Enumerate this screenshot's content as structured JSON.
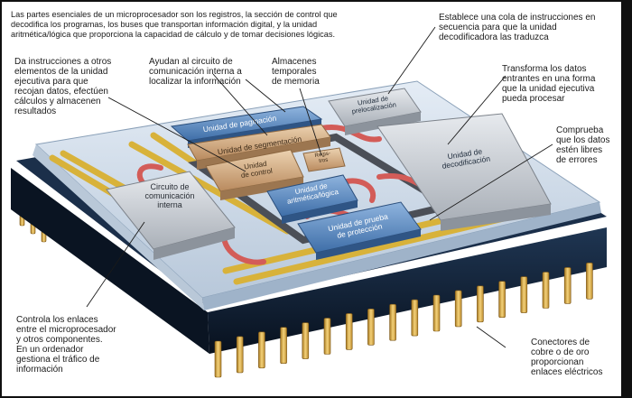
{
  "intro": "Las partes esenciales de un microprocesador son los registros, la sección de control que\ndecodifica los programas, los buses que transportan información digital, y la unidad\naritmética/lógica que proporciona la capacidad de cálculo y de tomar decisiones lógicas.",
  "callouts": {
    "control_unit_desc": "Da instrucciones a otros\nelementos de la unidad\nejecutiva para que\nrecojan datos, efectúen\ncálculos y almacenen\nresultados",
    "paging_desc": "Ayudan al circuito de\ncomunicación interna a\nlocalizar la información",
    "registers_desc": "Almacenes\ntemporales\nde memoria",
    "prefetch_desc": "Establece una cola de instrucciones en\nsecuencia para que la unidad\ndecodificadora las traduzca",
    "decode_desc": "Transforma los datos\nentrantes en una forma\nque la unidad ejecutiva\npueda procesar",
    "protection_desc": "Comprueba\nque los datos\nestén libres\nde errores",
    "bus_desc": "Controla los enlaces\nentre el microprocesador\ny otros componentes.\nEn un ordenador\ngestiona el tráfico de\ninformación",
    "pins_desc": "Conectores de\ncobre o de oro\nproporcionan\nenlaces eléctricos"
  },
  "units": {
    "paging": "Unidad de paginación",
    "segmentation": "Unidad de segmentación",
    "control": "Unidad\nde control",
    "registers": "Regis-\ntros",
    "prefetch": "Unidad de\nprelocalización",
    "decode": "Unidad de\ndecodificación",
    "alu": "Unidad de\naritmética/lógica",
    "protection": "Unidad de prueba\nde protección",
    "bus": "Circuito de\ncomunicación\ninterna"
  },
  "colors": {
    "background": "#ffffff",
    "frame": "#101010",
    "chip_glass": "#c9d7e6",
    "chip_body": "#0d1a2c",
    "gold": "#d8b23a",
    "wire_red": "#d35c58",
    "blue_unit": "#4d7fb8",
    "tan_unit": "#d4b08a",
    "grey_unit": "#c8ccd0",
    "pin": "#e0b655"
  }
}
